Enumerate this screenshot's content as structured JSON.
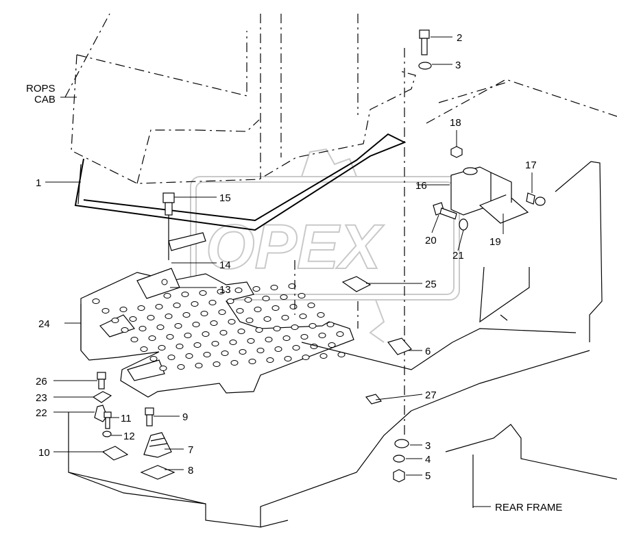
{
  "labels": {
    "rops_line1": "ROPS",
    "rops_line2": "CAB",
    "rear_frame": "REAR FRAME"
  },
  "watermark": "OPEX",
  "callouts": [
    "1",
    "2",
    "3",
    "4",
    "5",
    "6",
    "7",
    "8",
    "9",
    "10",
    "11",
    "12",
    "13",
    "14",
    "15",
    "16",
    "17",
    "18",
    "19",
    "20",
    "21",
    "22",
    "23",
    "24",
    "25",
    "26",
    "27"
  ]
}
